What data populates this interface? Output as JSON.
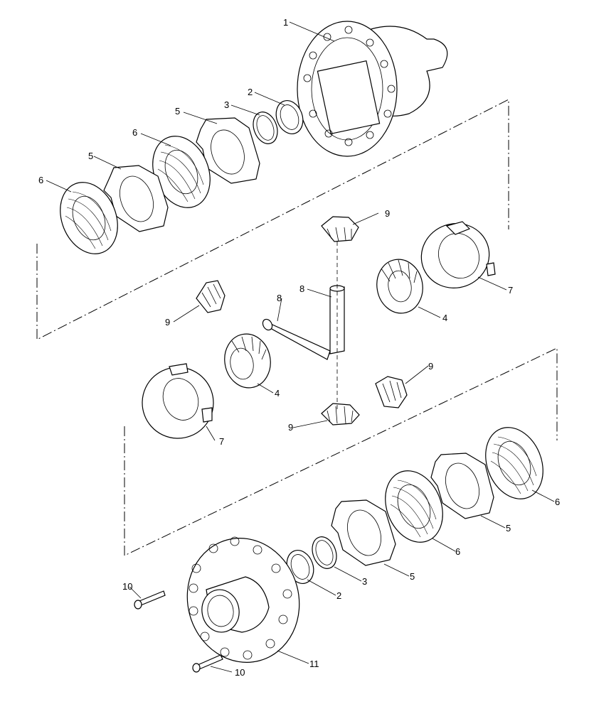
{
  "diagram": {
    "callouts": [
      "1",
      "2",
      "3",
      "5",
      "6",
      "5",
      "6",
      "9",
      "7",
      "8",
      "8",
      "9",
      "4",
      "4",
      "9",
      "7",
      "9",
      "6",
      "5",
      "6",
      "5",
      "3",
      "2",
      "10",
      "10",
      "11"
    ]
  }
}
